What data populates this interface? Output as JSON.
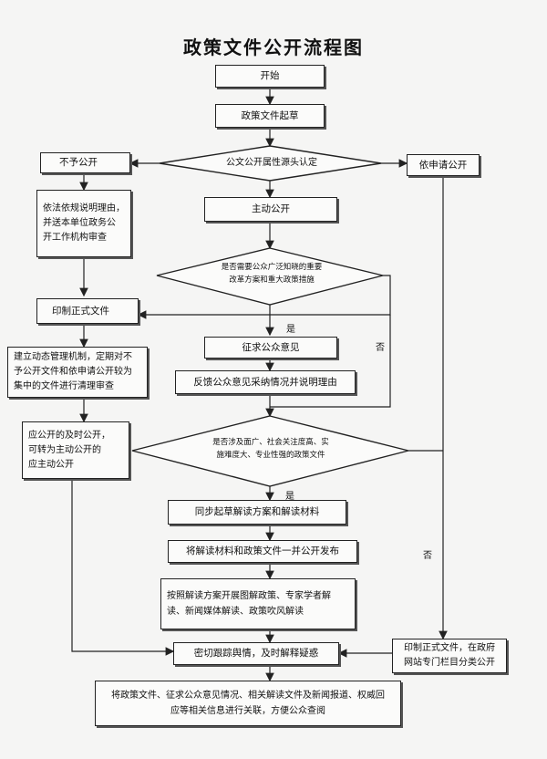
{
  "title": "政策文件公开流程图",
  "nodes": {
    "start": "开始",
    "draft": "政策文件起草",
    "attr_decision": "公文公开属性源头认定",
    "no_open": "不予公开",
    "apply_open": "依申请公开",
    "explain_reason": "依法依规说明理由，\n并送本单位政务公\n开工作机构审查",
    "active_open": "主动公开",
    "public_decision": "是否需要公众广泛知晓的重要\n改革方案和重大政策措施",
    "print_formal": "印制正式文件",
    "dynamic_mgmt": "建立动态管理机制，定期对不\n予公开文件和依申请公开较为\n集中的文件进行清理审查",
    "solicit": "征求公众意见",
    "feedback": "反馈公众意见采纳情况并说明理由",
    "should_open": "应公开的及时公开，\n可转为主动公开的\n应主动公开",
    "social_decision": "是否涉及面广、社会关注度高、实\n施难度大、专业性强的政策文件",
    "sync_draft": "同步起草解读方案和解读材料",
    "publish_together": "将解读材料和政策文件一并公开发布",
    "interpret": "按照解读方案开展图解政策、专家学者解\n读、新闻媒体解读、政策吹风解读",
    "track": "密切跟踪舆情，及时解释疑惑",
    "print_web": "印制正式文件，在政府\n网站专门栏目分类公开",
    "link_all": "将政策文件、征求公众意见情况、相关解读文件及新闻报道、权威回\n应等相关信息进行关联，方便公众查阅"
  },
  "labels": {
    "yes1": "是",
    "no1": "否",
    "yes2": "是",
    "no2": "否"
  }
}
